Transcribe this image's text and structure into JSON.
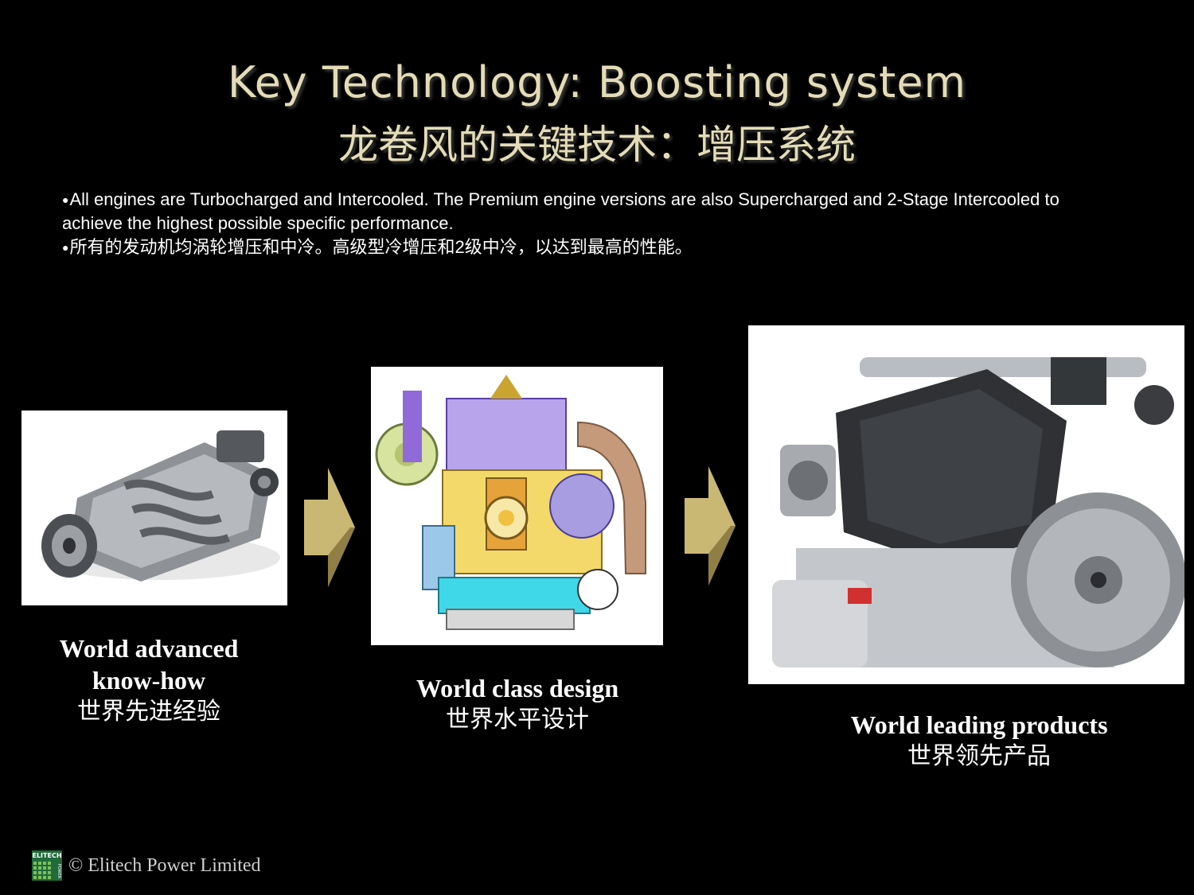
{
  "title": {
    "english": "Key Technology: Boosting system",
    "chinese": "龙卷风的关键技术：增压系统"
  },
  "bullets": [
    "All engines are Turbocharged and Intercooled. The Premium engine versions are also Supercharged and 2-Stage Intercooled to achieve the highest possible specific performance.",
    "所有的发动机均涡轮增压和中冷。高级型冷增压和2级中冷，以达到最高的性能。"
  ],
  "stages": [
    {
      "image": "supercharger-photo",
      "caption_en_line1": "World advanced",
      "caption_en_line2": "know-how",
      "caption_zh": "世界先进经验"
    },
    {
      "image": "engine-cross-section-drawing",
      "caption_en": "World class design",
      "caption_zh": "世界水平设计"
    },
    {
      "image": "engine-product-photo",
      "caption_en": "World leading products",
      "caption_zh": "世界领先产品"
    }
  ],
  "arrow_color": "#c9b774",
  "title_color": "#e3dcb7",
  "footer": {
    "logo_text_line1": "ELITECH",
    "logo_text_line2": "POWER",
    "copyright": "© Elitech Power Limited"
  }
}
